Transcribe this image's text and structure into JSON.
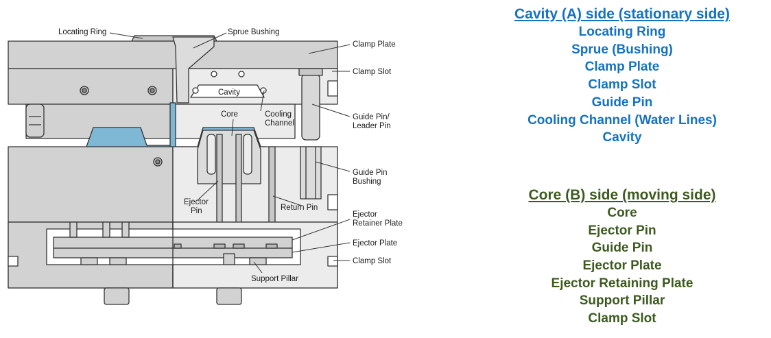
{
  "diagram": {
    "labels": {
      "locating_ring": "Locating Ring",
      "sprue_bushing": "Sprue Bushing",
      "clamp_plate": "Clamp Plate",
      "clamp_slot_top": "Clamp Slot",
      "cavity": "Cavity",
      "cooling_line1": "Cooling",
      "cooling_line2": "Channel",
      "core": "Core",
      "guide_pin_line1": "Guide Pin/",
      "guide_pin_line2": "Leader Pin",
      "guide_bushing_line1": "Guide Pin",
      "guide_bushing_line2": "Bushing",
      "ejector_pin_line1": "Ejector",
      "ejector_pin_line2": "Pin",
      "return_pin": "Return Pin",
      "retainer_line1": "Ejector",
      "retainer_line2": "Retainer Plate",
      "ejector_plate": "Ejector Plate",
      "clamp_slot_bottom": "Clamp Slot",
      "support_pillar": "Support Pillar"
    },
    "colors": {
      "plate_gray": "#d2d2d2",
      "light_gray": "#ececec",
      "part_blue": "#7fb8d4",
      "outline": "#333333"
    }
  },
  "legend": {
    "cavity_section": {
      "heading": "Cavity (A) side (stationary side)",
      "color": "#1372c4",
      "items": [
        "Locating Ring",
        "Sprue (Bushing)",
        "Clamp Plate",
        "Clamp Slot",
        "Guide Pin",
        "Cooling Channel (Water Lines)",
        "Cavity"
      ]
    },
    "core_section": {
      "heading": "Core (B) side (moving side)",
      "color": "#3d5a1e",
      "items": [
        "Core",
        "Ejector Pin",
        "Guide Pin",
        "Ejector Plate",
        "Ejector Retaining Plate",
        "Support Pillar",
        "Clamp Slot"
      ]
    }
  }
}
